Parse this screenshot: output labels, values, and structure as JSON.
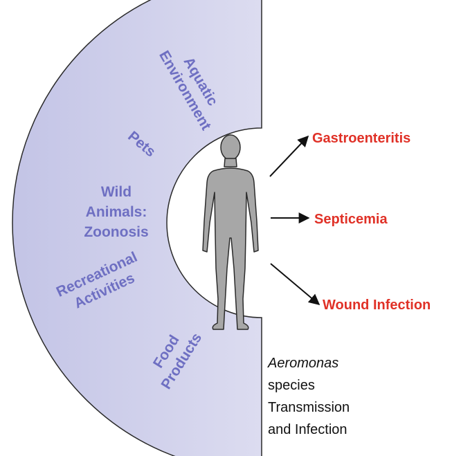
{
  "sources": {
    "aquatic": [
      "Aquatic",
      "Environment"
    ],
    "pets": "Pets",
    "wild": [
      "Wild",
      "Animals:",
      "Zoonosis"
    ],
    "recreational": [
      "Recreational",
      "Activities"
    ],
    "food": [
      "Food",
      "Products"
    ]
  },
  "outcomes": {
    "gastro": "Gastroenteritis",
    "septicemia": "Septicemia",
    "wound": "Wound Infection"
  },
  "caption": {
    "genus": "Aeromonas",
    "line2": "species",
    "line3": "Transmission",
    "line4": "and Infection"
  },
  "colors": {
    "band_fill": "#cfd0ea",
    "source_text": "#6e6fc2",
    "outcome_text": "#e03127",
    "figure_fill": "#a7a7a7"
  }
}
